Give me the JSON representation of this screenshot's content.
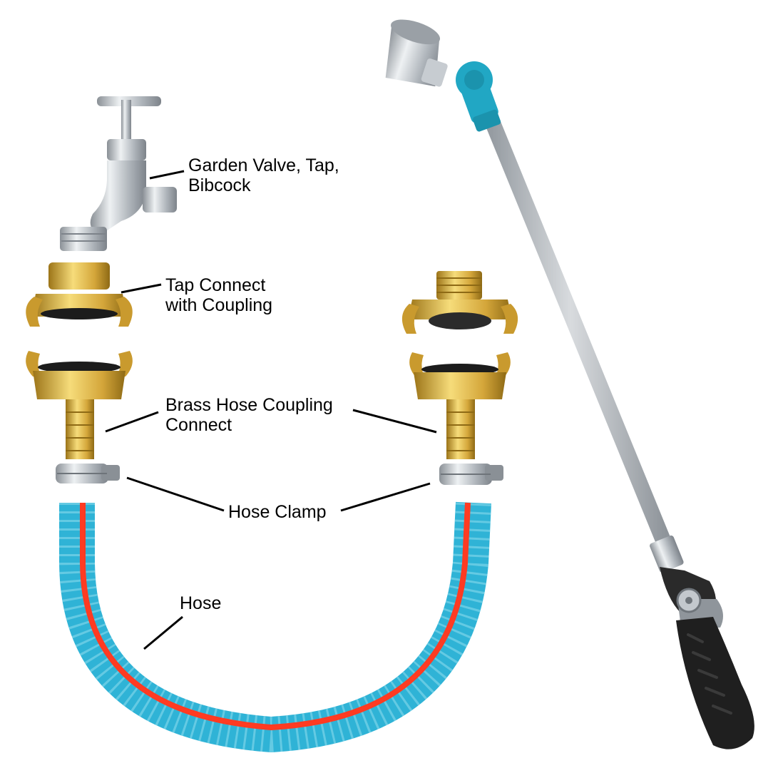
{
  "labels": {
    "garden_valve": {
      "line1": "Garden Valve, Tap,",
      "line2": "Bibcock"
    },
    "tap_connect": {
      "line1": "Tap Connect",
      "line2": "with Coupling"
    },
    "brass_coupling": {
      "line1": "Brass Hose Coupling",
      "line2": "Connect"
    },
    "hose_clamp": {
      "line1": "Hose Clamp"
    },
    "hose": {
      "line1": "Hose"
    }
  },
  "colors": {
    "brass": "#d4a63a",
    "brass_dark": "#9c7418",
    "steel": "#b9bec4",
    "steel_dark": "#7d838a",
    "hose_blue": "#2fb3d6",
    "hose_stripe": "#ff3b22",
    "teal": "#21a7c4",
    "grip": "#1f1f1f",
    "leader": "#000000"
  }
}
